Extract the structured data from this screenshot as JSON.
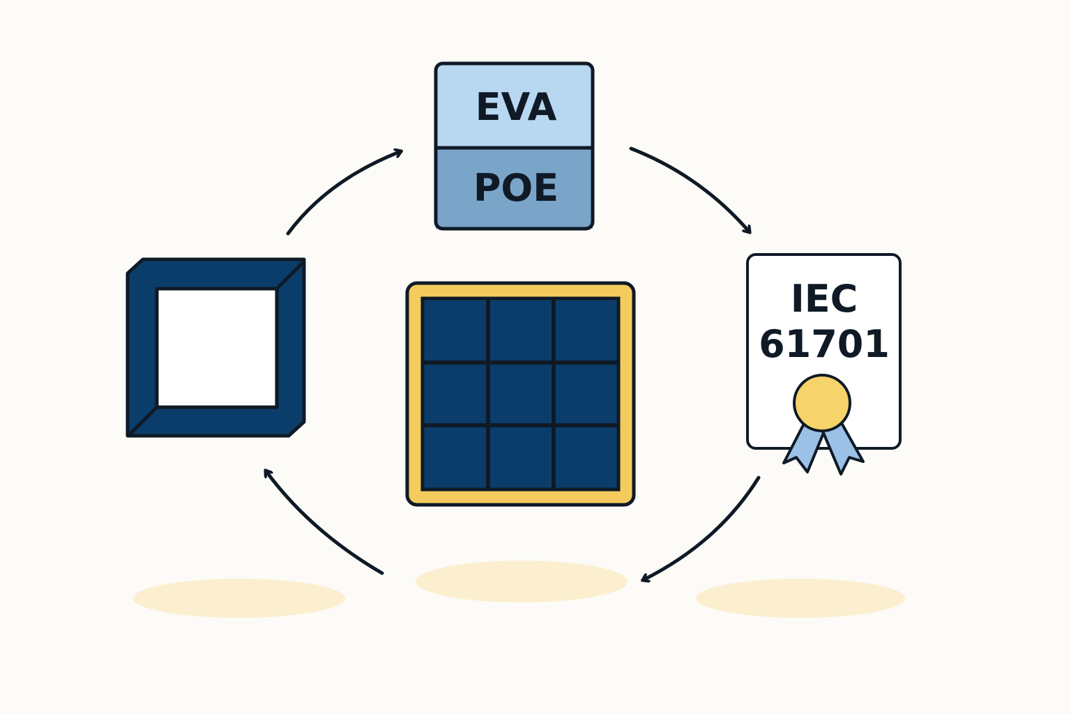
{
  "encapsulant": {
    "top_label": "EVA",
    "bottom_label": "POE",
    "top_color": "#b8d7f0",
    "bottom_color": "#7aa5c9"
  },
  "certificate": {
    "line1": "IEC",
    "line2": "61701",
    "medal_color": "#f6d36b",
    "ribbon_color": "#9cc1e6"
  },
  "colors": {
    "navy": "#0b3d6b",
    "gold_border": "#f4cc5d",
    "outline": "#0f1a26",
    "shadow": "#fbefcf",
    "background": "#fcfbf7"
  },
  "icons": [
    "frame-icon",
    "encapsulant-layers-icon",
    "solar-panel-icon",
    "certificate-icon"
  ]
}
